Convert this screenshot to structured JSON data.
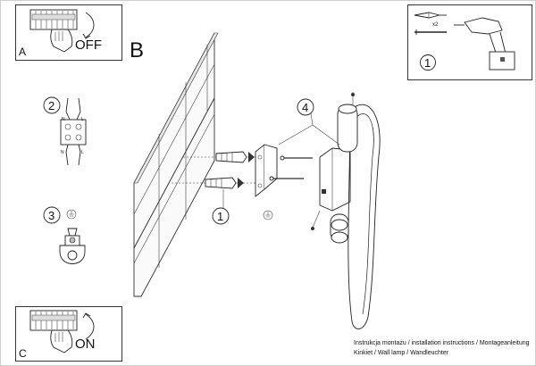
{
  "panels": {
    "a": {
      "letter": "A",
      "label": "OFF"
    },
    "b": {
      "letter": "B"
    },
    "c": {
      "letter": "C",
      "label": "ON"
    },
    "top_right": {
      "step": "1",
      "multiplier": "x2"
    }
  },
  "steps": {
    "s1": "1",
    "s2": "2",
    "s3": "3",
    "s4": "4"
  },
  "wire_labels": {
    "n_top": "N",
    "l_top": "L",
    "n_bottom": "N",
    "l_bottom": "L"
  },
  "footer": {
    "line1": "Instrukcja montażu / installation instructions / Montageanleitung",
    "line2": "Kinkiet / Wall lamp / Wandleuchter"
  }
}
